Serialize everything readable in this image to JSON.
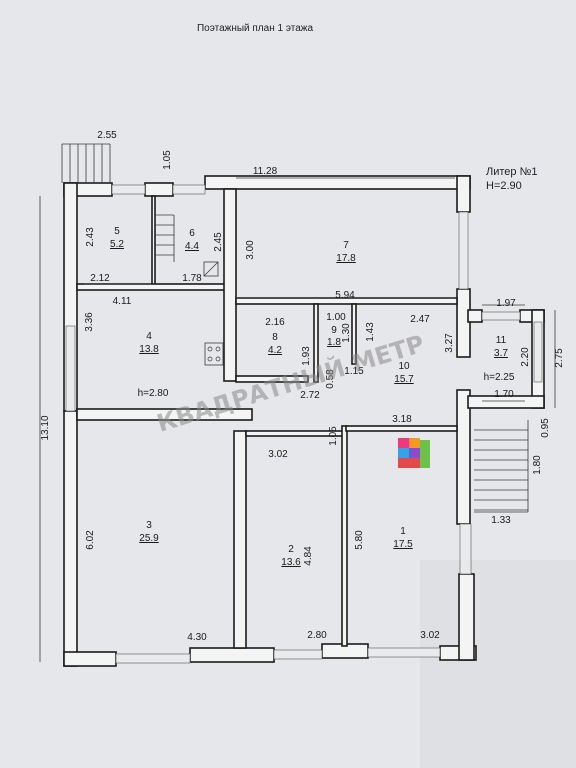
{
  "title": "Поэтажный план 1 этажа",
  "litera": {
    "line1": "Литер №1",
    "line2": "H=2.90"
  },
  "watermark": "КВАДРАТНЫЙ МЕТР",
  "rooms": [
    {
      "id": "1",
      "number": "1",
      "area": "17.5"
    },
    {
      "id": "2",
      "number": "2",
      "area": "13.6"
    },
    {
      "id": "3",
      "number": "3",
      "area": "25.9"
    },
    {
      "id": "4",
      "number": "4",
      "area": "13.8"
    },
    {
      "id": "5",
      "number": "5",
      "area": "5.2"
    },
    {
      "id": "6",
      "number": "6",
      "area": "4.4"
    },
    {
      "id": "7",
      "number": "7",
      "area": "17.8"
    },
    {
      "id": "8",
      "number": "8",
      "area": "4.2"
    },
    {
      "id": "9",
      "number": "9",
      "area": "1.8"
    },
    {
      "id": "10",
      "number": "10",
      "area": "15.7"
    },
    {
      "id": "11",
      "number": "11",
      "area": "3.7"
    }
  ],
  "heights": {
    "room4": "h=2.80",
    "room11": "h=2.25"
  },
  "dimensions": {
    "top_left": "2.55",
    "d_105_top": "1.05",
    "d_1128": "11.28",
    "d_243": "2.43",
    "d_245": "2.45",
    "d_300": "3.00",
    "d_212": "2.12",
    "d_178": "1.78",
    "d_411": "4.11",
    "d_594": "5.94",
    "d_336": "3.36",
    "d_216": "2.16",
    "d_100": "1.00",
    "d_130": "1.30",
    "d_143": "1.43",
    "d_247": "2.47",
    "d_193": "1.93",
    "d_058": "0.58",
    "d_115": "1.15",
    "d_272": "2.72",
    "d_327": "3.27",
    "d_197": "1.97",
    "d_220": "2.20",
    "d_275": "2.75",
    "d_170": "1.70",
    "d_095": "0.95",
    "d_1310": "13.10",
    "d_105_mid": "1.05",
    "d_318": "3.18",
    "d_302": "3.02",
    "d_180": "1.80",
    "d_602": "6.02",
    "d_484": "4.84",
    "d_580": "5.80",
    "d_133": "1.33",
    "d_430": "4.30",
    "d_280": "2.80",
    "d_302_bottom": "3.02"
  }
}
